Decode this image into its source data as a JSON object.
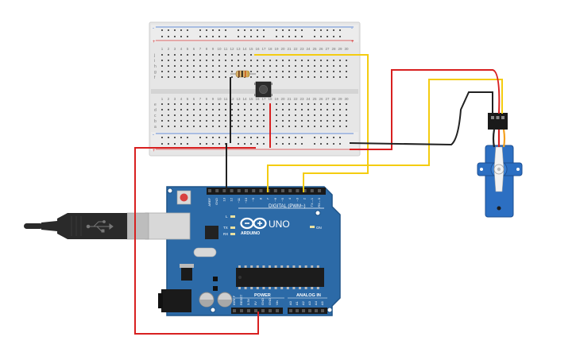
{
  "breadboard": {
    "top_col_numbers": [
      "1",
      "2",
      "3",
      "4",
      "5",
      "6",
      "7",
      "8",
      "9",
      "10",
      "11",
      "12",
      "13",
      "14",
      "15",
      "16",
      "17",
      "18",
      "19",
      "20",
      "21",
      "22",
      "23",
      "24",
      "25",
      "26",
      "27",
      "28",
      "29",
      "30"
    ],
    "row_letters_top": [
      "j",
      "i",
      "h",
      "g",
      "f"
    ],
    "row_letters_bottom": [
      "e",
      "d",
      "c",
      "b",
      "a"
    ],
    "rail_plus": "+",
    "rail_minus": "-"
  },
  "arduino": {
    "brand": "ARDUINO",
    "model": "UNO",
    "digital_header": "DIGITAL (PWM~)",
    "power_header": "POWER",
    "analog_header": "ANALOG IN",
    "on_label": "ON",
    "l_label": "L",
    "tx_label": "TX",
    "rx_label": "RX",
    "top_pins": [
      "AREF",
      "GND",
      "13",
      "12",
      "~11",
      "~10",
      "~9",
      "8",
      "7",
      "~6",
      "~5",
      "4",
      "~3",
      "2",
      "TX→1",
      "RX←0"
    ],
    "power_pins": [
      "IOREF",
      "RESET",
      "3.3V",
      "5V",
      "GND",
      "GND",
      "Vin"
    ],
    "analog_pins": [
      "A0",
      "A1",
      "A2",
      "A3",
      "A4",
      "A5"
    ]
  },
  "colors": {
    "board": "#2c6aa7",
    "board_dark": "#1f5488",
    "breadboard": "#e8e8e8",
    "wire_red": "#d82020",
    "wire_black": "#222222",
    "wire_yellow": "#f4cc10",
    "servo_body": "#2c6fc2",
    "usb": "#2a2a2a"
  }
}
